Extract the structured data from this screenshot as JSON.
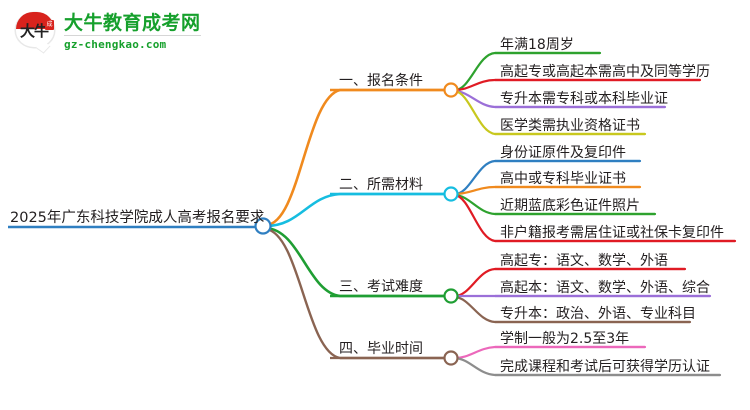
{
  "watermark": {
    "logo_glyph": "大牛",
    "logo_badge": "成",
    "brand_name": "大牛教育成考网",
    "site_url": "gz-chengkao.com",
    "brand_color": "#16a02c",
    "mark_color": "#d8231d"
  },
  "mindmap": {
    "root": {
      "label": "2025年广东科技学院成人高考报名要求",
      "color": "#2f7fc1"
    },
    "branches": [
      {
        "label": "一、报名条件",
        "color": "#f08a1e",
        "children": [
          {
            "label": "年满18周岁",
            "color": "#2ea22e"
          },
          {
            "label": "高起专或高起本需高中及同等学历",
            "color": "#e01b24"
          },
          {
            "label": "专升本需专科或本科毕业证",
            "color": "#9b6fd8"
          },
          {
            "label": "医学类需执业资格证书",
            "color": "#c8c81e"
          }
        ]
      },
      {
        "label": "二、所需材料",
        "color": "#16bde0",
        "children": [
          {
            "label": "身份证原件及复印件",
            "color": "#2f7fc1"
          },
          {
            "label": "高中或专科毕业证书",
            "color": "#f08a1e"
          },
          {
            "label": "近期蓝底彩色证件照片",
            "color": "#2ea22e"
          },
          {
            "label": "非户籍报考需居住证或社保卡复印件",
            "color": "#e01b24"
          }
        ]
      },
      {
        "label": "三、考试难度",
        "color": "#1f9e33",
        "children": [
          {
            "label": "高起专：语文、数学、外语",
            "color": "#e01b24"
          },
          {
            "label": "高起本：语文、数学、外语、综合",
            "color": "#9b6fd8"
          },
          {
            "label": "专升本：政治、外语、专业科目",
            "color": "#8a6452"
          }
        ]
      },
      {
        "label": "四、毕业时间",
        "color": "#8a6452",
        "children": [
          {
            "label": "学制一般为2.5至3年",
            "color": "#ec68bb"
          },
          {
            "label": "完成课程和考试后可获得学历认证",
            "color": "#8d8d8d"
          }
        ]
      }
    ]
  }
}
